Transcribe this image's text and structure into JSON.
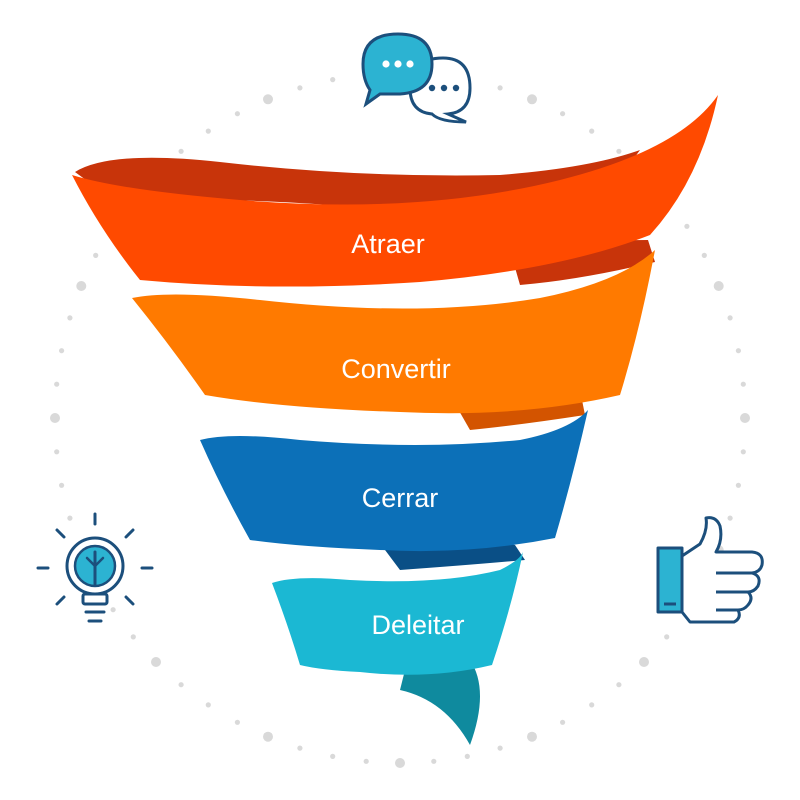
{
  "funnel": {
    "stages": [
      {
        "label": "Atraer",
        "color": "#ff4a00",
        "shade": "#c8340a"
      },
      {
        "label": "Convertir",
        "color": "#ff7a00",
        "shade": "#d35400"
      },
      {
        "label": "Cerrar",
        "color": "#0c70b8",
        "shade": "#0a4f86"
      },
      {
        "label": "Deleitar",
        "color": "#1bb8d3",
        "shade": "#0f8a9e"
      }
    ]
  },
  "icons": {
    "chat": "chat-bubbles-icon",
    "lightbulb": "lightbulb-icon",
    "thumbs_up": "thumbs-up-icon"
  },
  "colors": {
    "icon_stroke": "#1c4f7c",
    "icon_fill": "#2cb3d2",
    "dots": "#d9d9d9"
  }
}
